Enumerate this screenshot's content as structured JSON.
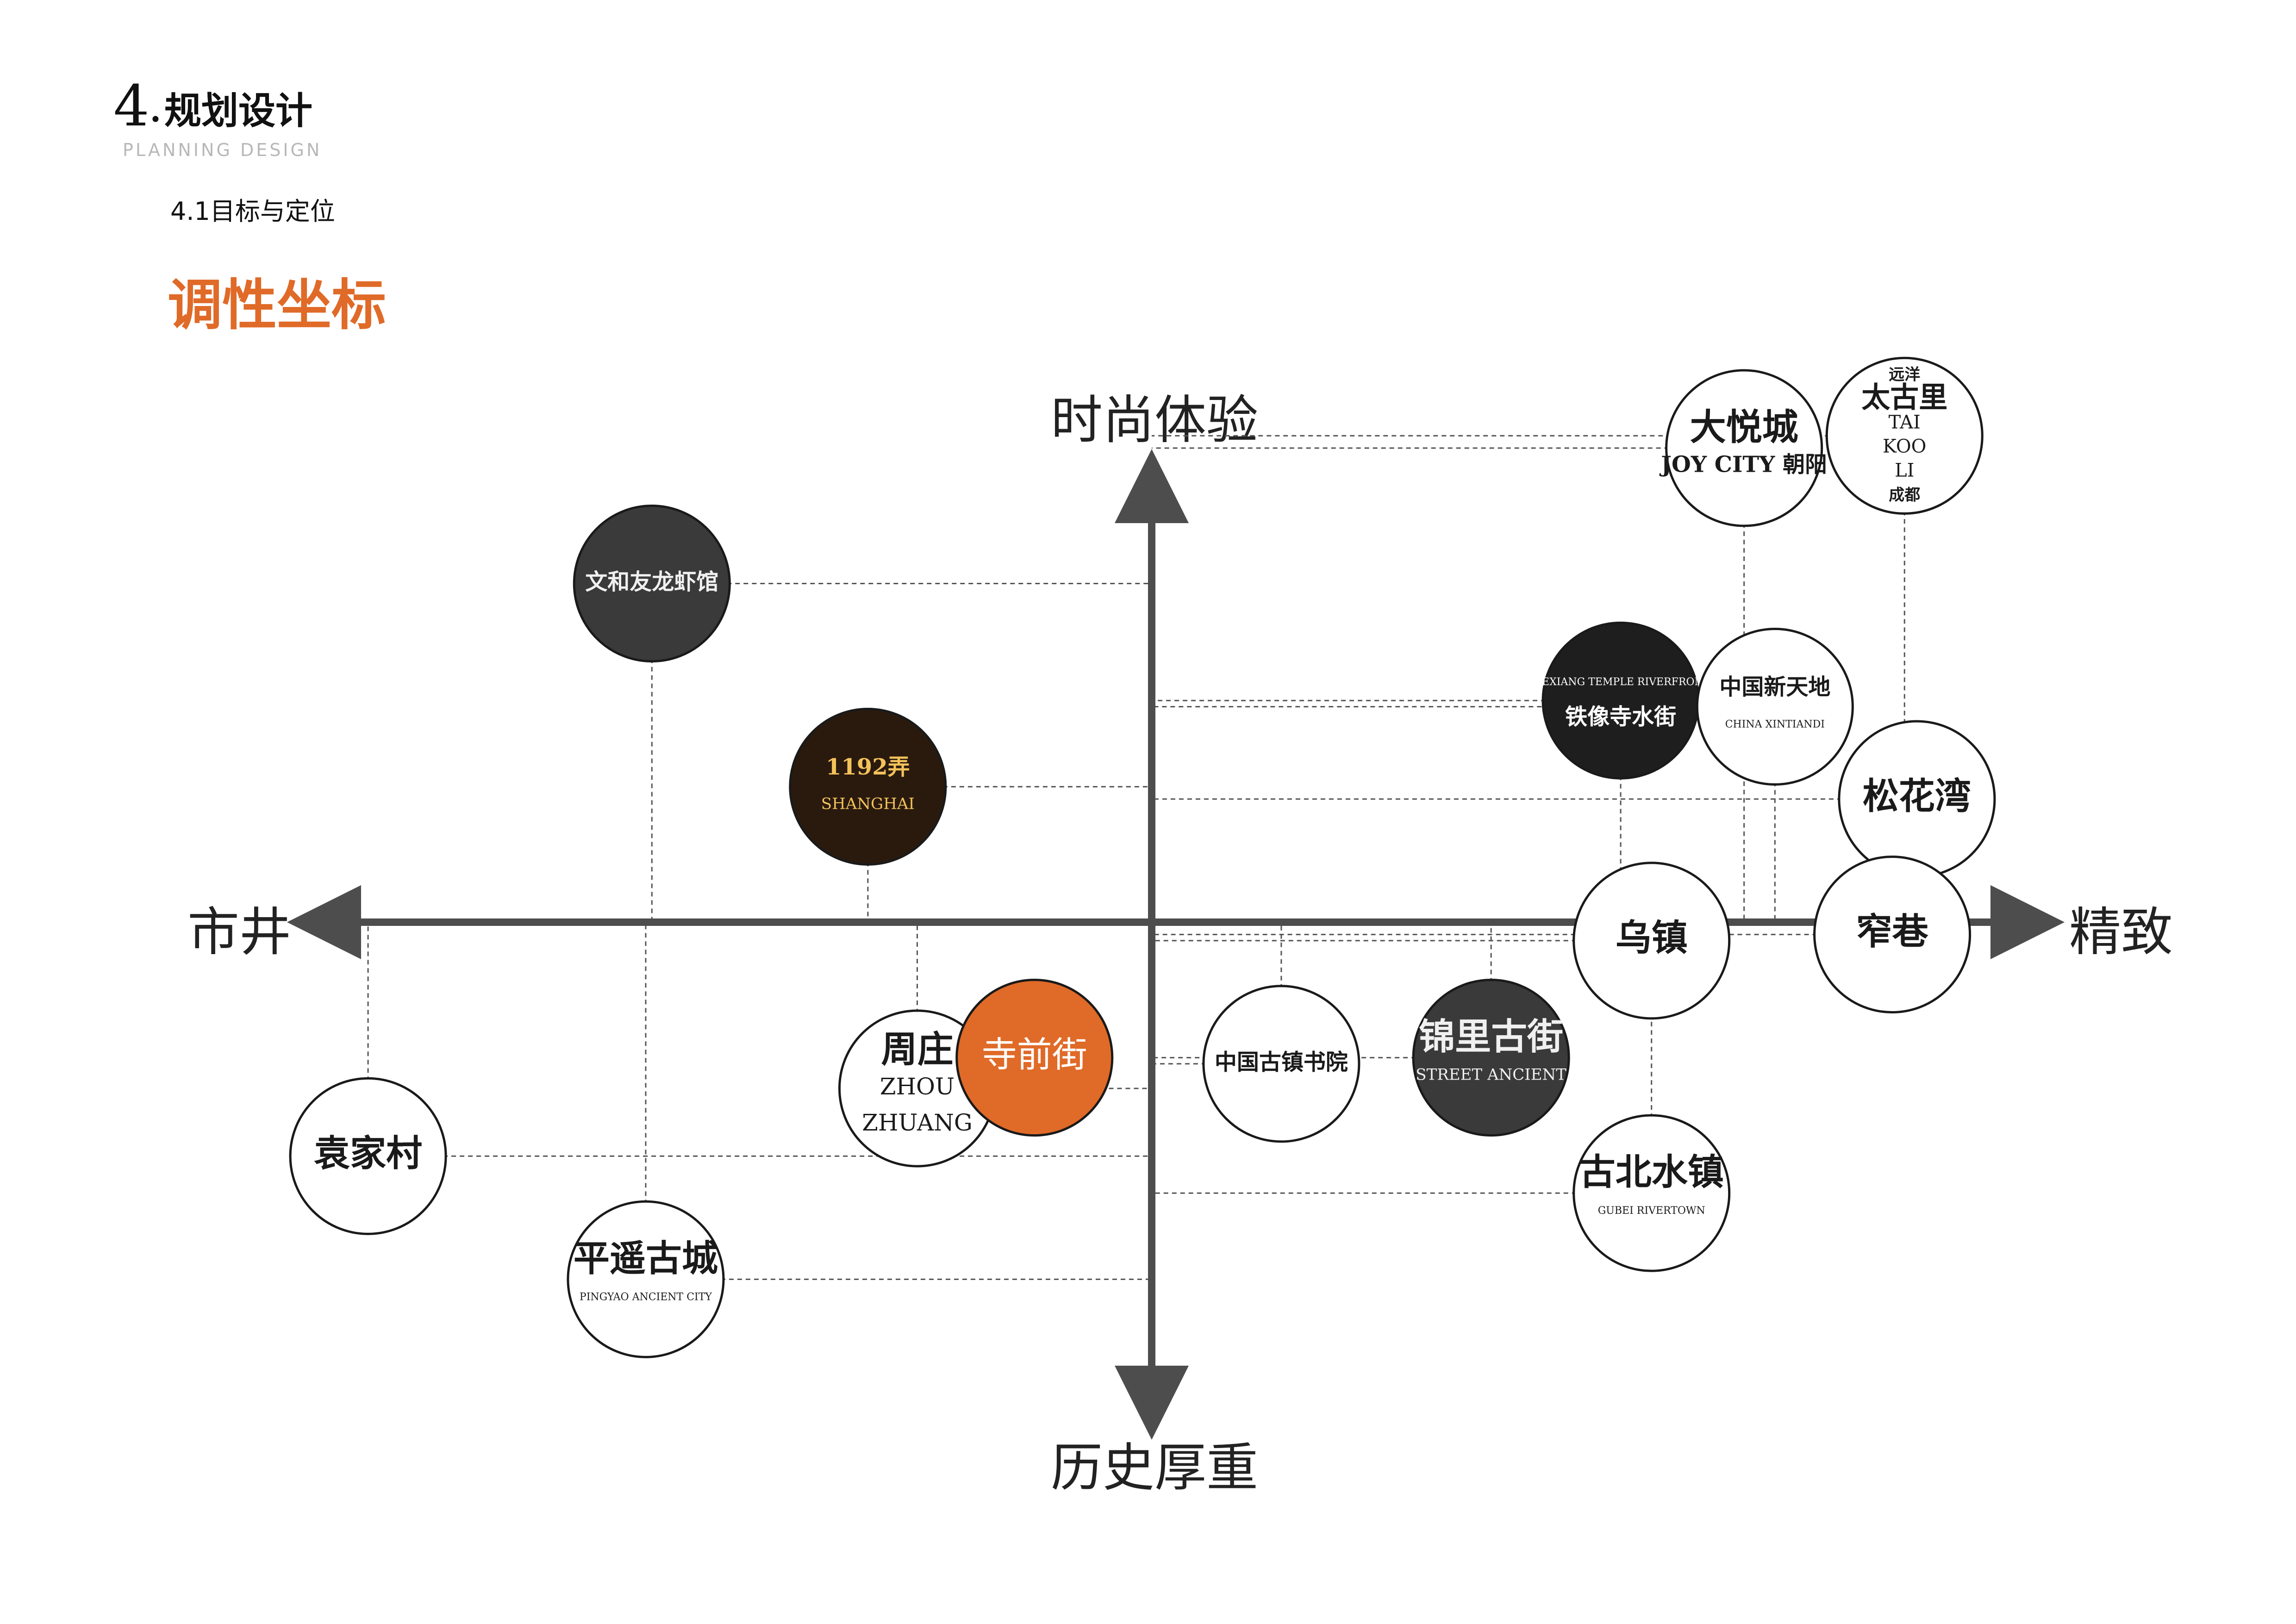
{
  "header": {
    "section_number": "4",
    "dot": ".",
    "section_title": "规划设计",
    "section_title_en": "PLANNING  DESIGN",
    "subsection": "4.1目标与定位",
    "page_title": "调性坐标"
  },
  "axes": {
    "top": "时尚体验",
    "bottom": "历史厚重",
    "left": "市井",
    "right": "精致"
  },
  "colors": {
    "accent": "#e06a28",
    "axis": "#4d4d4d",
    "guide": "#555555",
    "dark_logo_bg": "#1e1e1e"
  },
  "chart_data": {
    "type": "scatter",
    "description_axes": {
      "x": "市井 → 精致",
      "y": "历史厚重 → 时尚体验"
    },
    "xlim": [
      -100,
      100
    ],
    "ylim": [
      -100,
      100
    ],
    "highlight": {
      "id": "siqianjie",
      "label": "寺前街",
      "x": -19,
      "y": -22
    },
    "nodes": [
      {
        "id": "wenheyou",
        "x": -81,
        "y": 55,
        "texts": [
          "文和友龙虾馆"
        ],
        "style": "photo"
      },
      {
        "id": "1192nong",
        "x": -46,
        "y": 22,
        "texts": [
          "1192弄",
          "SHANGHAI"
        ],
        "style": "neon"
      },
      {
        "id": "yuanjiacun",
        "x": -127,
        "y": -38,
        "texts": [
          "袁家村"
        ],
        "style": "light"
      },
      {
        "id": "pingyao",
        "x": -82,
        "y": -58,
        "texts": [
          "平遥古城",
          "PINGYAO ANCIENT CITY"
        ],
        "style": "light"
      },
      {
        "id": "zhouzhuang",
        "x": -38,
        "y": -27,
        "texts": [
          "周庄",
          "ZHOU",
          "ZHUANG"
        ],
        "style": "light"
      },
      {
        "id": "zhujiajiao",
        "x": 21,
        "y": -23,
        "texts": [
          "中国古镇书院"
        ],
        "style": "light"
      },
      {
        "id": "jinli",
        "x": 55,
        "y": -22,
        "texts": [
          "锦里古街",
          "STREET ANCIENT"
        ],
        "style": "photo"
      },
      {
        "id": "joycity",
        "x": 96,
        "y": 77,
        "texts": [
          "大悦城",
          "JOY CITY 朝阳"
        ],
        "style": "light"
      },
      {
        "id": "taikooli",
        "x": 122,
        "y": 79,
        "texts": [
          "远洋",
          "太古里",
          "TAI",
          "KOO",
          "LI",
          "成都"
        ],
        "style": "light"
      },
      {
        "id": "tiexiang",
        "x": 76,
        "y": 36,
        "texts": [
          "TIEXIANG TEMPLE RIVERFRONT",
          "铁像寺水街"
        ],
        "style": "dark"
      },
      {
        "id": "xintiandi",
        "x": 101,
        "y": 35,
        "texts": [
          "中国新天地",
          "CHINA XINTIANDI"
        ],
        "style": "light"
      },
      {
        "id": "songhuawan",
        "x": 124,
        "y": 20,
        "texts": [
          "松花湾"
        ],
        "style": "light"
      },
      {
        "id": "wuzhen",
        "x": 81,
        "y": -3,
        "texts": [
          "乌镇"
        ],
        "style": "light"
      },
      {
        "id": "kuanzhai",
        "x": 120,
        "y": -2,
        "texts": [
          "窄巷"
        ],
        "style": "light"
      },
      {
        "id": "gubei",
        "x": 81,
        "y": -44,
        "texts": [
          "古北水镇",
          "GUBEI RIVERTOWN"
        ],
        "style": "light"
      }
    ]
  }
}
